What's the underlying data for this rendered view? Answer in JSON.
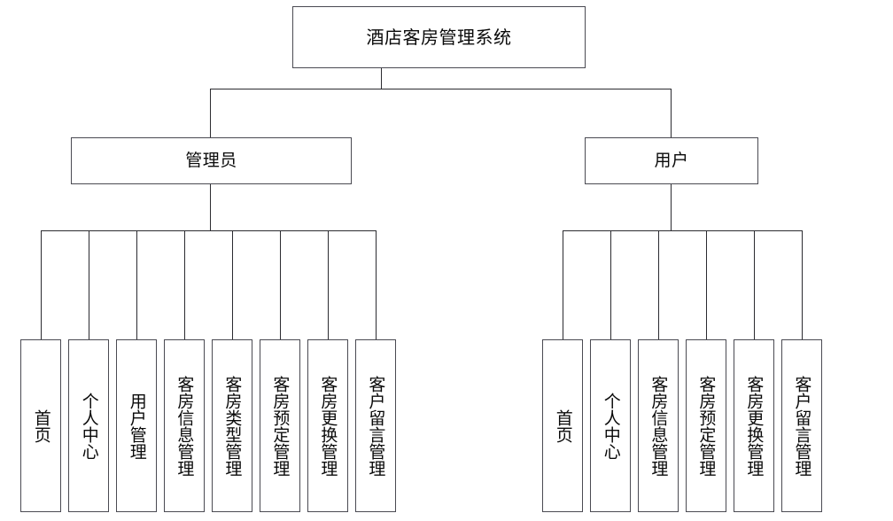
{
  "diagram": {
    "type": "tree",
    "title": "酒店客房管理系统",
    "root": {
      "label": "酒店客房管理系统"
    },
    "roles": [
      {
        "label": "管理员"
      },
      {
        "label": "用户"
      }
    ],
    "admin_modules": [
      {
        "label": "首页"
      },
      {
        "label": "个人中心"
      },
      {
        "label": "用户管理"
      },
      {
        "label": "客房信息管理"
      },
      {
        "label": "客房类型管理"
      },
      {
        "label": "客房预定管理"
      },
      {
        "label": "客房更换管理"
      },
      {
        "label": "客户留言管理"
      }
    ],
    "user_modules": [
      {
        "label": "首页"
      },
      {
        "label": "个人中心"
      },
      {
        "label": "客房信息管理"
      },
      {
        "label": "客房预定管理"
      },
      {
        "label": "客房更换管理"
      },
      {
        "label": "客户留言管理"
      }
    ],
    "colors": {
      "box_border": "#4a4a52",
      "line": "#2b2b30",
      "background": "#ffffff",
      "text": "#0a0a0a"
    }
  }
}
